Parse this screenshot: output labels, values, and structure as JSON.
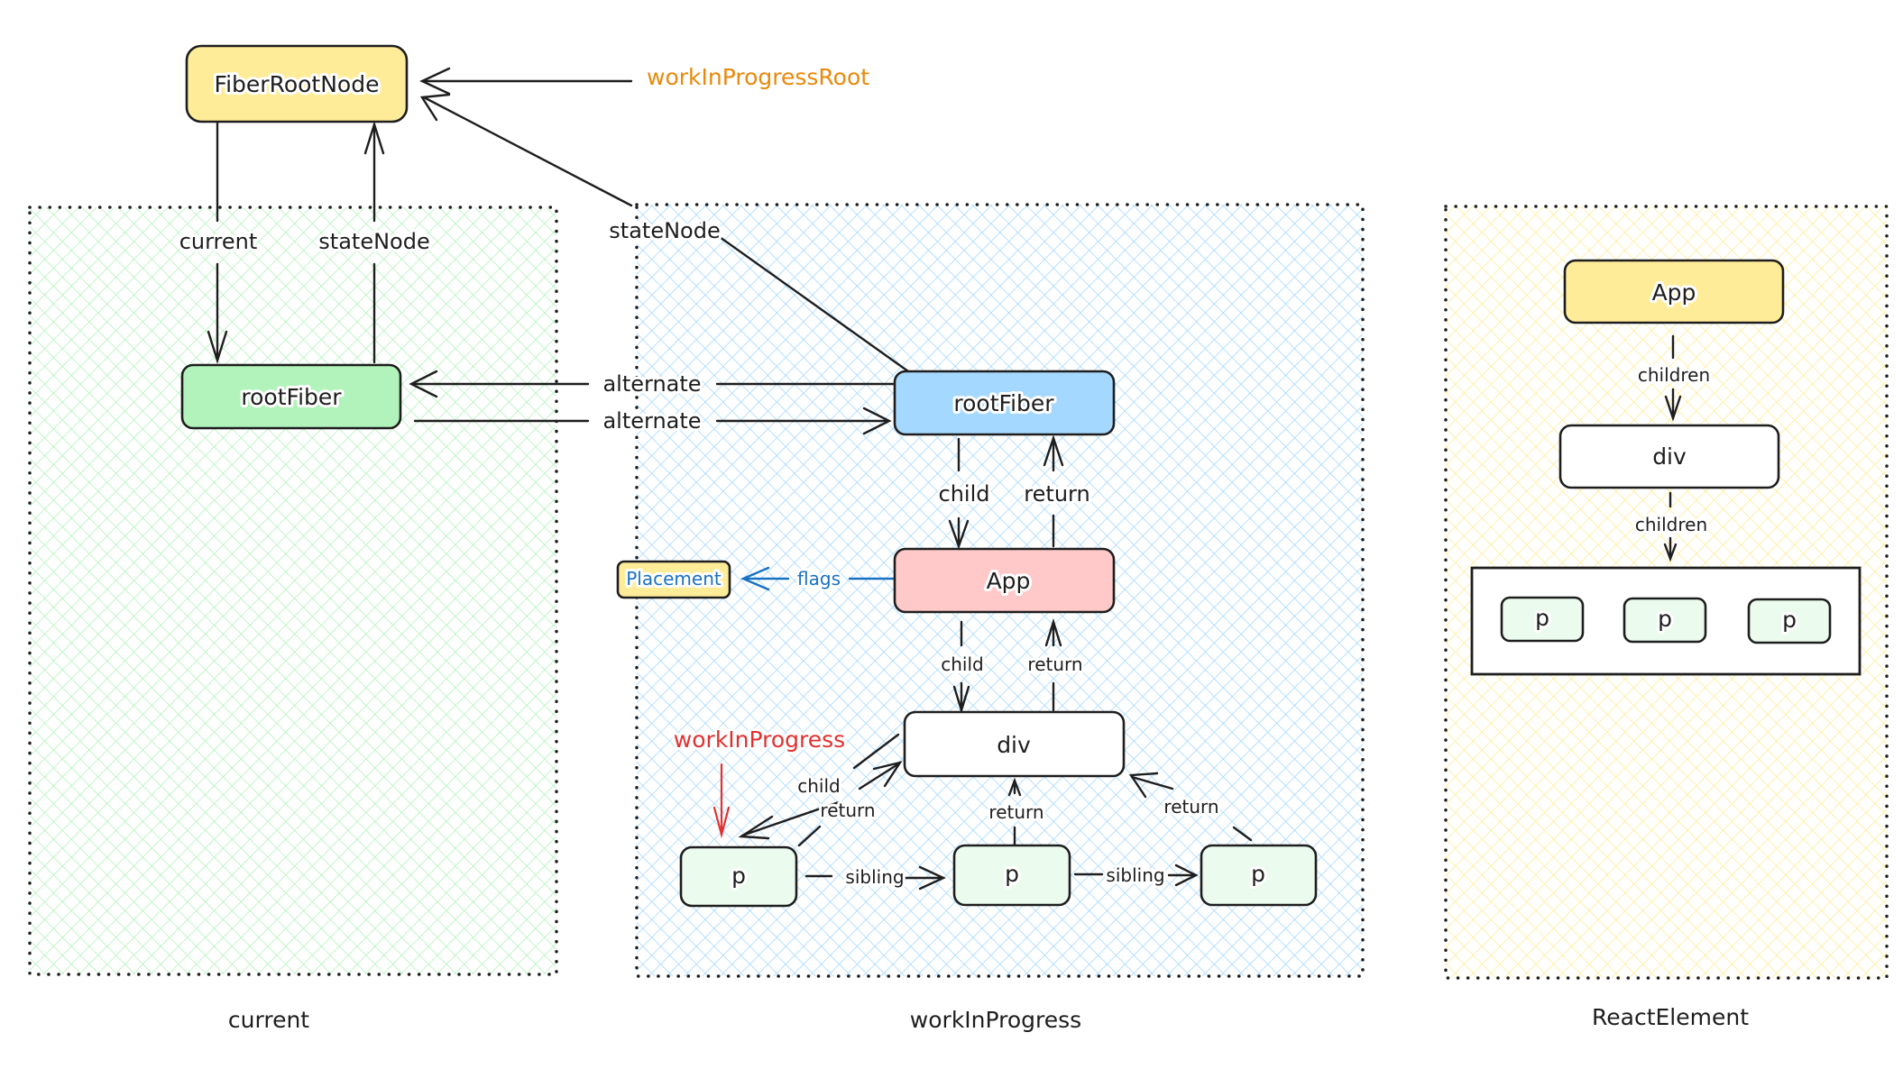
{
  "panels": {
    "current": {
      "title": "current",
      "hatch_color": "#b2f2bb"
    },
    "workInProgress": {
      "title": "workInProgress",
      "hatch_color": "#a5d8ff"
    },
    "reactElement": {
      "title": "ReactElement",
      "hatch_color": "#ffec99"
    }
  },
  "nodes": {
    "fiberRootNode": {
      "label": "FiberRootNode",
      "fill": "#ffec99"
    },
    "currentRootFiber": {
      "label": "rootFiber",
      "fill": "#b2f2bb"
    },
    "wipRootFiber": {
      "label": "rootFiber",
      "fill": "#a5d8ff"
    },
    "wipApp": {
      "label": "App",
      "fill": "#ffc9c9"
    },
    "placement": {
      "label": "Placement",
      "fill": "#ffec99",
      "text_color": "#1971c2"
    },
    "wipDiv": {
      "label": "div",
      "fill": "#ffffff"
    },
    "wipP1": {
      "label": "p",
      "fill": "#ebfbee"
    },
    "wipP2": {
      "label": "p",
      "fill": "#ebfbee"
    },
    "wipP3": {
      "label": "p",
      "fill": "#ebfbee"
    },
    "reApp": {
      "label": "App",
      "fill": "#ffec99"
    },
    "reDiv": {
      "label": "div",
      "fill": "#ffffff"
    },
    "reP1": {
      "label": "p",
      "fill": "#ebfbee"
    },
    "reP2": {
      "label": "p",
      "fill": "#ebfbee"
    },
    "reP3": {
      "label": "p",
      "fill": "#ebfbee"
    }
  },
  "pointers": {
    "workInProgressRoot": {
      "label": "workInProgressRoot",
      "color": "#e8890c"
    },
    "workInProgress": {
      "label": "workInProgress",
      "color": "#e03131"
    }
  },
  "edges": {
    "current": "current",
    "stateNodeCurrent": "stateNode",
    "stateNodeWip": "stateNode",
    "alternateToCurrent": "alternate",
    "alternateToWip": "alternate",
    "rootChild": "child",
    "rootReturn": "return",
    "flags": "flags",
    "appChild": "child",
    "appReturn": "return",
    "divChild": "child",
    "p1Return": "return",
    "p2Return": "return",
    "p3Return": "return",
    "sibling1": "sibling",
    "sibling2": "sibling",
    "reChildren1": "children",
    "reChildren2": "children"
  }
}
